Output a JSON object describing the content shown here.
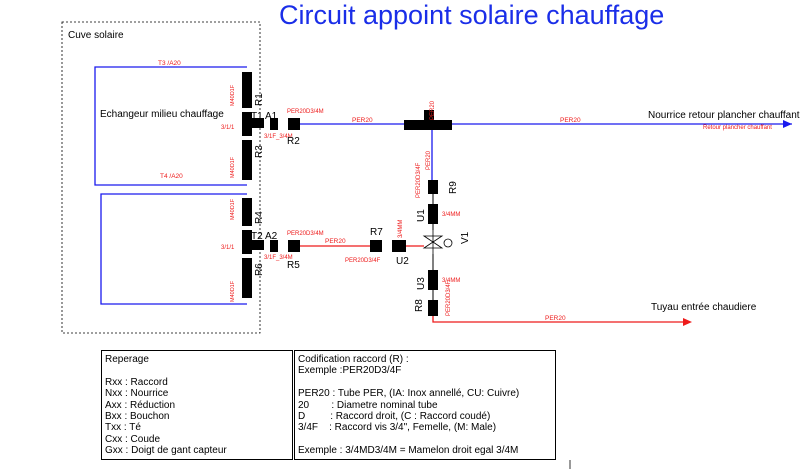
{
  "title": "Circuit appoint solaire chauffage",
  "labels": {
    "cuve": "Cuve solaire",
    "echangeur": "Echangeur milieu chauffage",
    "nourrice": "Nourrice retour plancher chauffant",
    "retour": "Retour plancher chauffant",
    "tuyau": "Tuyau entrée chaudiere",
    "t3": "T3 /A20",
    "t4": "T4 /A20",
    "r1": "R1",
    "r2": "R2",
    "r3": "R3",
    "r4": "R4",
    "r5": "R5",
    "r6": "R6",
    "r7": "R7",
    "r8": "R8",
    "r9": "R9",
    "t1": "T1",
    "t2": "T2",
    "a1": "A1",
    "a2": "A2",
    "u1": "U1",
    "u2": "U2",
    "u3": "U3",
    "v1": "V1",
    "per20": "PER20",
    "per20d34m": "PER20D3/4M",
    "per20d34f": "PER20D3/4F",
    "m40": "M40D1F",
    "f1": "3/1/1",
    "f34m": "3/1F_3/4M",
    "m34": "3/4MM",
    "m34b": "3/4MM",
    "m34c": "3/4MM",
    "m34v": "3/4MM",
    "per20b": "PER20",
    "per20c": "PER20",
    "per20d": "PER20",
    "per20e": "PER20",
    "per20d34f_v": "PER20D3/4F",
    "per20d34f_v2": "PER20D3/4F"
  },
  "legend_left": {
    "heading": "Reperage",
    "items": [
      "Rxx : Raccord",
      "Nxx : Nourrice",
      "Axx : Réduction",
      "Bxx : Bouchon",
      "Txx : Té",
      "Cxx : Coude",
      "Gxx : Doigt de gant capteur"
    ]
  },
  "legend_right": {
    "heading": "Codification raccord (R) :",
    "example": "Exemple :PER20D3/4F",
    "items": [
      "PER20 : Tube PER, (IA: Inox annellé, CU: Cuivre)",
      "20        : Diametre nominal tube",
      "D         : Raccord droit, (C : Raccord coudé)",
      "3/4F    : Raccord vis 3/4\", Femelle, (M: Male)"
    ],
    "example2": "Exemple : 3/4MD3/4M = Mamelon droit egal 3/4M"
  },
  "colors": {
    "blue": "#1a1aee",
    "red": "#ee1a1a",
    "title": "#1a2ee8"
  }
}
